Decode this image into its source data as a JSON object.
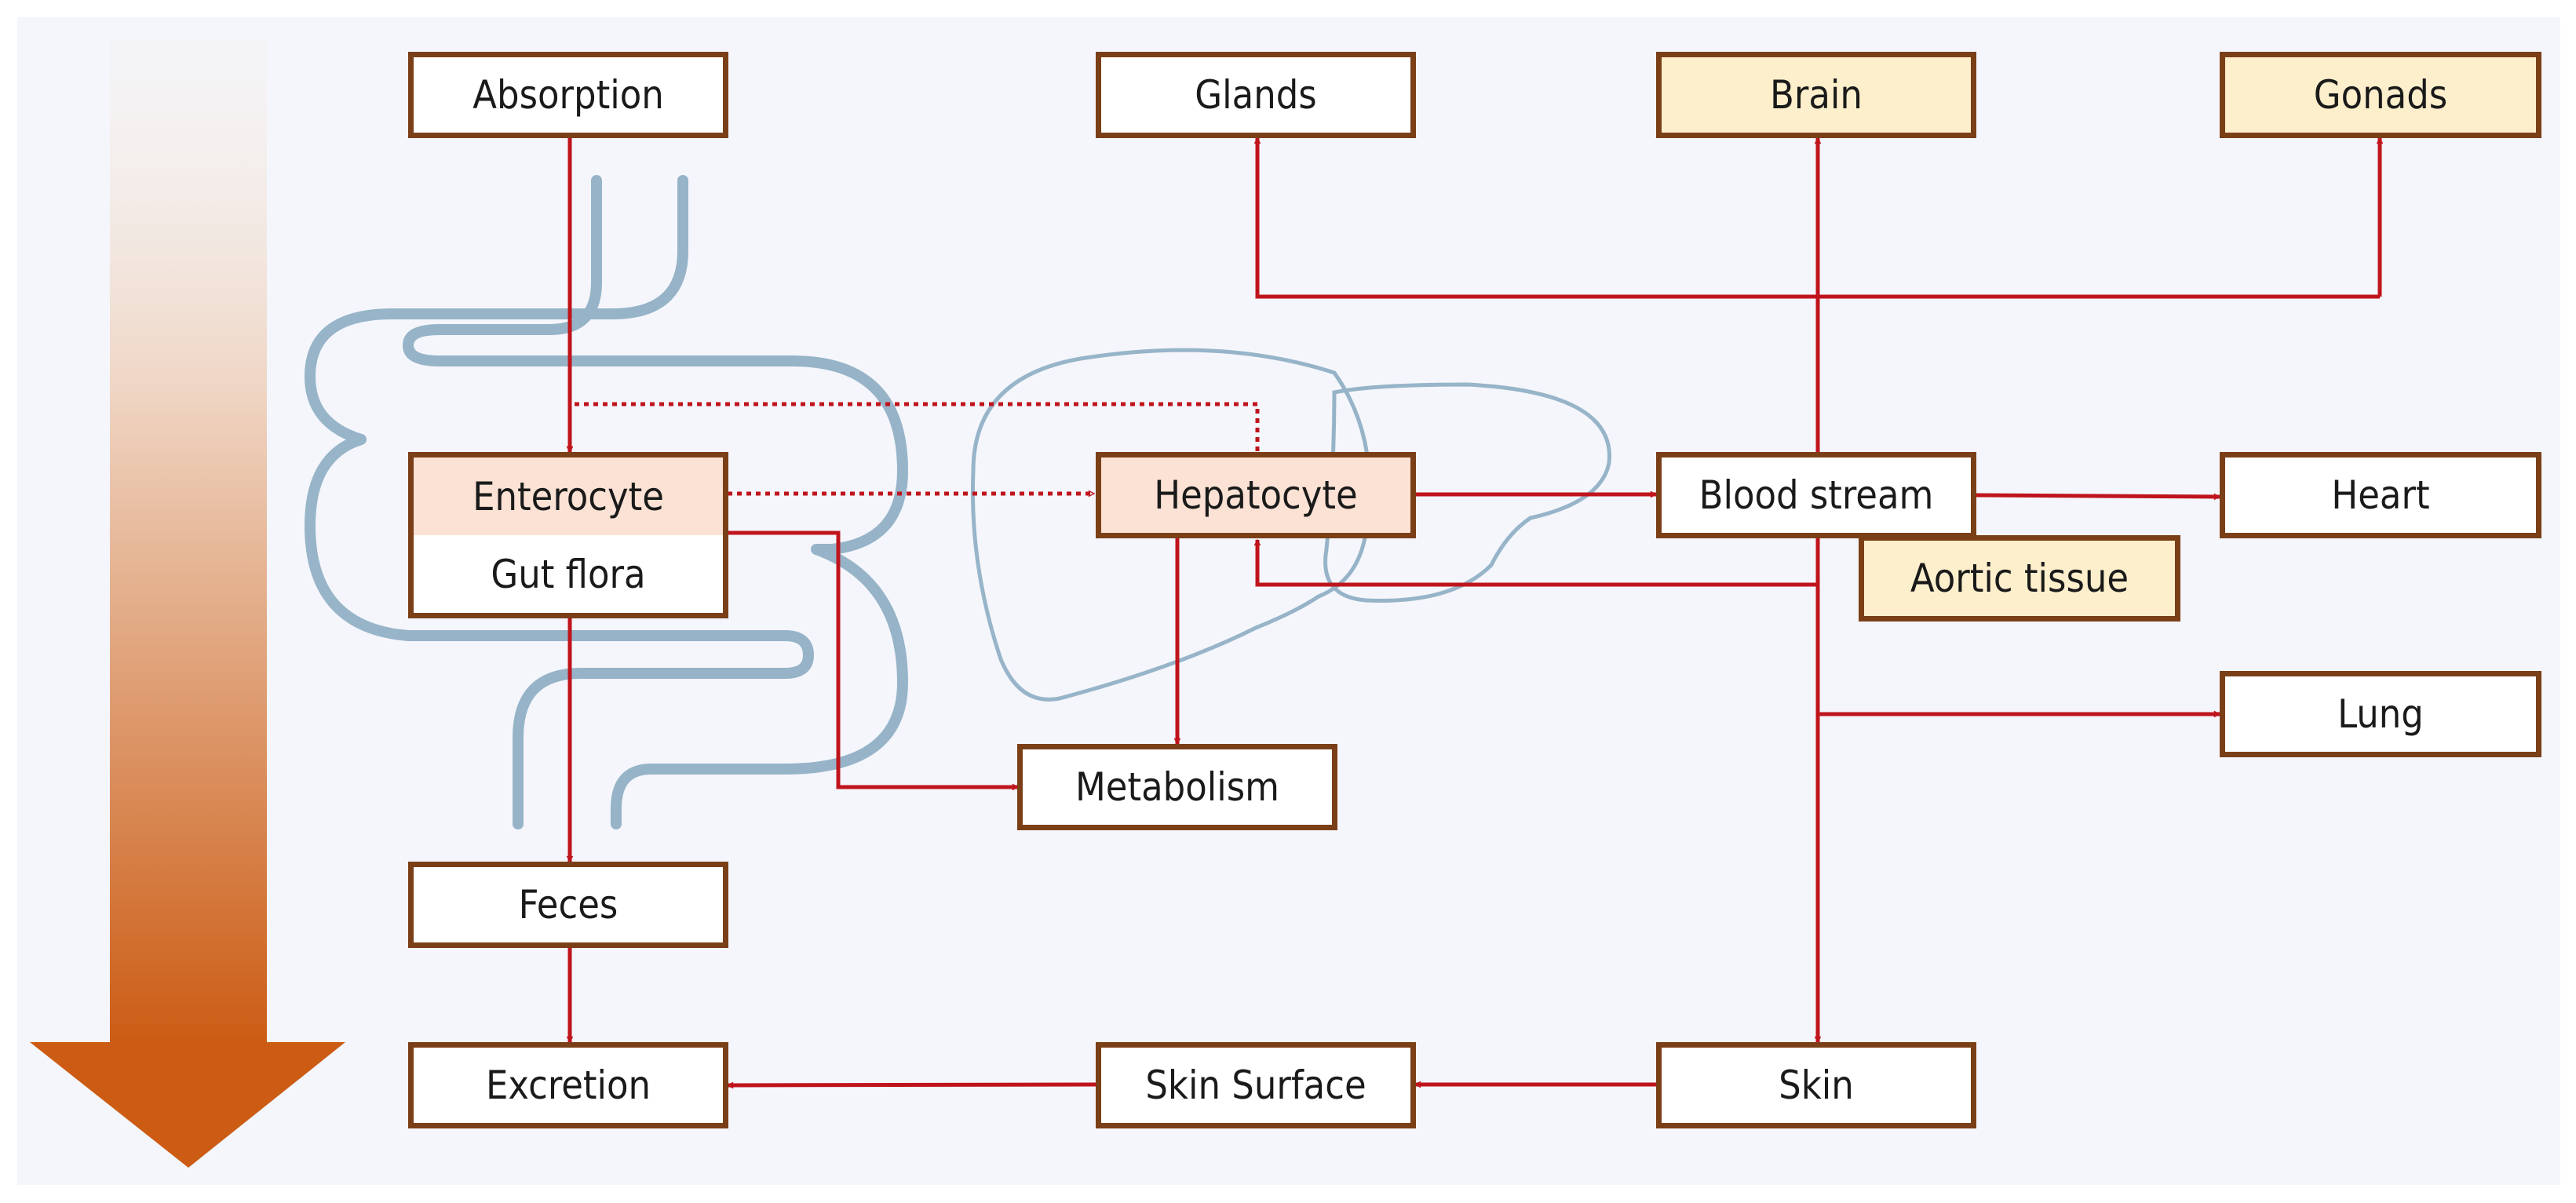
{
  "nodes": {
    "absorption": "Absorption",
    "glands": "Glands",
    "brain": "Brain",
    "gonads": "Gonads",
    "enterocyte": "Enterocyte",
    "gut_flora": "Gut flora",
    "hepatocyte": "Hepatocyte",
    "blood_stream": "Blood stream",
    "heart": "Heart",
    "aortic_tissue": "Aortic tissue",
    "lung": "Lung",
    "metabolism": "Metabolism",
    "feces": "Feces",
    "excretion": "Excretion",
    "skin_surface": "Skin Surface",
    "skin": "Skin"
  },
  "colors": {
    "arrow": "#c0141c",
    "box_border": "#7b3f17",
    "highlight_fill": "#fdefcc",
    "peach_fill": "#fbe2d4",
    "organ_outline": "#6f98b3",
    "background": "#f4f6fb",
    "gradient_top": "#f5eee9",
    "gradient_bottom": "#cc5c14"
  }
}
